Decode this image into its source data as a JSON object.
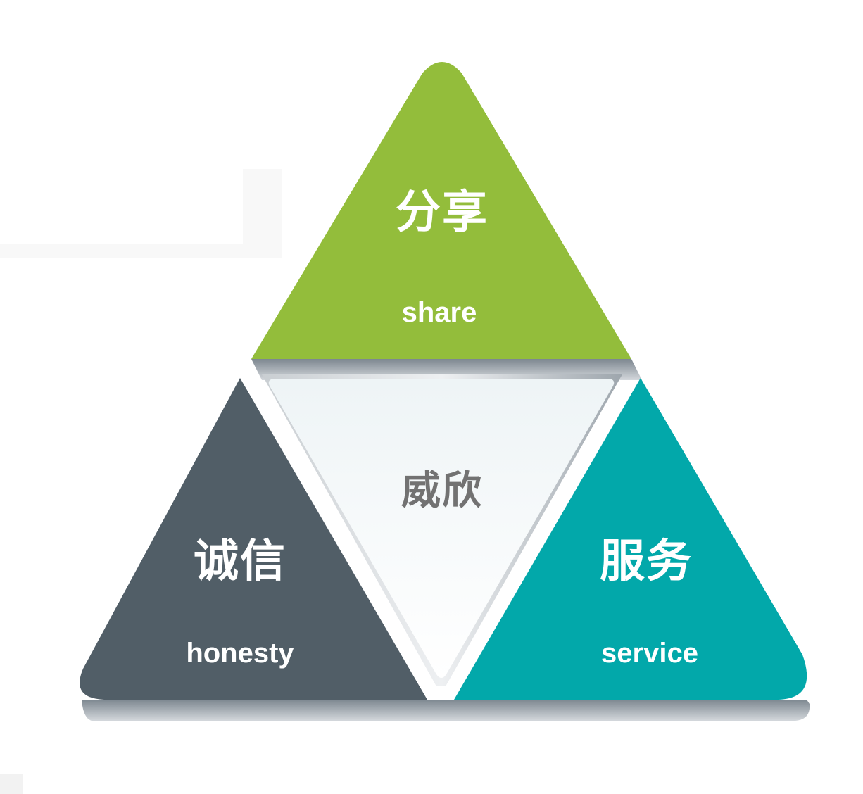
{
  "diagram": {
    "type": "triangle-values",
    "colors": {
      "top": "#93bd3b",
      "left": "#515e67",
      "right": "#02a8aa",
      "center": "#f4f8f9",
      "center_text": "#727272",
      "label_text": "#ffffff"
    },
    "top": {
      "title": "分享",
      "subtitle": "share"
    },
    "left": {
      "title": "诚信",
      "subtitle": "honesty"
    },
    "right": {
      "title": "服务",
      "subtitle": "service"
    },
    "center": {
      "title": "威欣"
    }
  }
}
